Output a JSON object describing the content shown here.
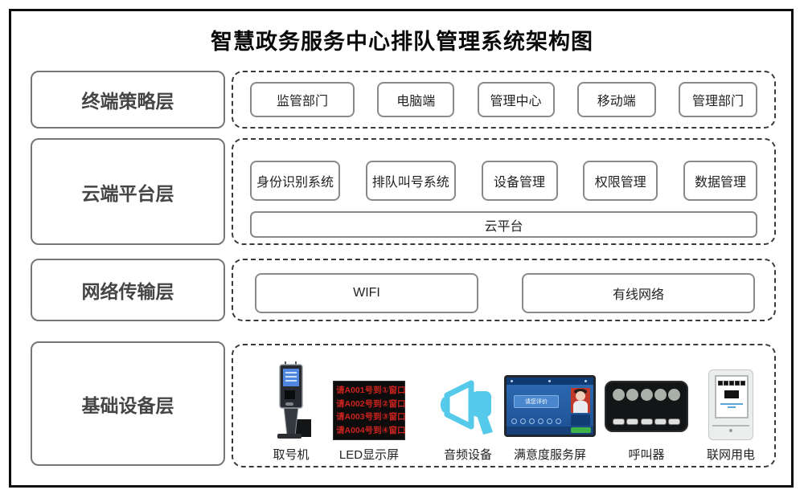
{
  "title": "智慧政务服务中心排队管理系统架构图",
  "colors": {
    "frame_border": "#0d0d0d",
    "box_border": "#898989",
    "dashed_border": "#3a3a3a",
    "led_red": "#cb231e",
    "audio_cyan": "#55c9ea",
    "screen_blue": "#2e6cb3",
    "green_button": "#3fb14a"
  },
  "layers": [
    {
      "label": "终端策略层",
      "items": [
        "监管部门",
        "电脑端",
        "管理中心",
        "移动端",
        "管理部门"
      ]
    },
    {
      "label": "云端平台层",
      "items": [
        "身份识别系统",
        "排队叫号系统",
        "设备管理",
        "权限管理",
        "数据管理"
      ],
      "platform_label": "云平台"
    },
    {
      "label": "网络传输层",
      "items": [
        "WIFI",
        "有线网络"
      ]
    },
    {
      "label": "基础设备层",
      "devices": [
        {
          "label": "取号机"
        },
        {
          "label": "LED显示屏",
          "lines": [
            "请A001号到①窗口",
            "请A002号到②窗口",
            "请A003号到③窗口",
            "请A004号到④窗口"
          ]
        },
        {
          "label": "音频设备"
        },
        {
          "label": "满意度服务屏",
          "screen_title": "请您评价"
        },
        {
          "label": "呼叫器"
        },
        {
          "label": "联网用电"
        }
      ]
    }
  ]
}
